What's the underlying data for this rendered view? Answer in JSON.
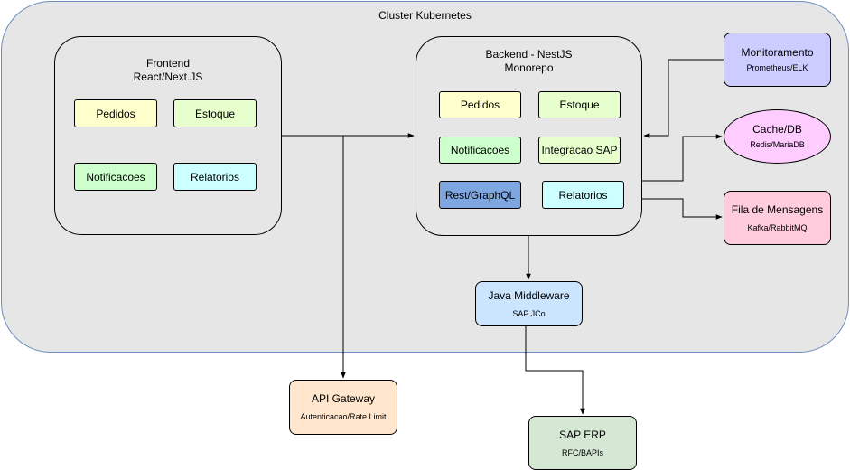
{
  "cluster": {
    "title": "Cluster Kubernetes"
  },
  "frontend": {
    "title_line1": "Frontend",
    "title_line2": "React/Next.JS",
    "modules": [
      {
        "label": "Pedidos",
        "color": "#ffffcc"
      },
      {
        "label": "Estoque",
        "color": "#e6ffcc"
      },
      {
        "label": "Notificacoes",
        "color": "#ccffcc"
      },
      {
        "label": "Relatorios",
        "color": "#ccffff"
      }
    ]
  },
  "backend": {
    "title_line1": "Backend - NestJS",
    "title_line2": "Monorepo",
    "modules": [
      {
        "label": "Pedidos",
        "color": "#ffffcc"
      },
      {
        "label": "Estoque",
        "color": "#e6ffcc"
      },
      {
        "label": "Notificacoes",
        "color": "#ccffcc"
      },
      {
        "label": "Integracao SAP",
        "color": "#e6ffcc"
      },
      {
        "label": "Rest/GraphQL",
        "color": "#7ea6e0"
      },
      {
        "label": "Relatorios",
        "color": "#ccffff"
      }
    ]
  },
  "monitoring": {
    "title": "Monitoramento",
    "subtitle": "Prometheus/ELK",
    "color": "#ccccff"
  },
  "cache": {
    "title": "Cache/DB",
    "subtitle": "Redis/MariaDB",
    "color": "#ffccff"
  },
  "queue": {
    "title": "Fila de Mensagens",
    "subtitle": "Kafka/RabbitMQ",
    "color": "#ffccdd"
  },
  "middleware": {
    "title": "Java Middleware",
    "subtitle": "SAP JCo",
    "color": "#cce5ff"
  },
  "gateway": {
    "title": "API Gateway",
    "subtitle": "Autenticacao/Rate Limit",
    "color": "#ffe6cc"
  },
  "sap": {
    "title": "SAP ERP",
    "subtitle": "RFC/BAPIs",
    "color": "#d5e8d4"
  }
}
